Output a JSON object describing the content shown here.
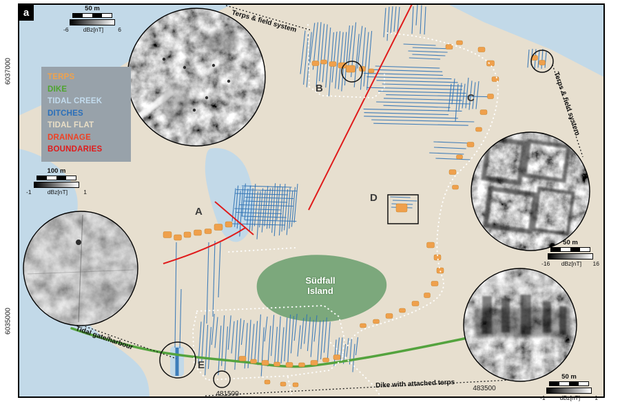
{
  "figure": {
    "panel_label": "a"
  },
  "legend": {
    "items": [
      {
        "label": "TERPS",
        "color": "#f0a24c"
      },
      {
        "label": "DIKE",
        "color": "#4ea52e"
      },
      {
        "label": "TIDAL CREEK",
        "color": "#c3dcee"
      },
      {
        "label": "DITCHES",
        "color": "#2a6fba"
      },
      {
        "label": "TIDAL FLAT",
        "color": "#ead5c6"
      },
      {
        "label": "DRAINAGE",
        "color": "#ef4123"
      },
      {
        "label": "BOUNDARIES",
        "color": "#e01b1b"
      }
    ]
  },
  "scalebars": [
    {
      "distance": "50 m",
      "min": "-6",
      "unit": "dBz[nT]",
      "max": "6"
    },
    {
      "distance": "100 m",
      "min": "-1",
      "unit": "dBz[nT]",
      "max": "1"
    },
    {
      "distance": "50 m",
      "min": "-16",
      "unit": "dBz[nT]",
      "max": "16"
    },
    {
      "distance": "50 m",
      "min": "-1",
      "unit": "dBz[nT]",
      "max": "1"
    }
  ],
  "axes": {
    "left_top": "6037000",
    "left_bottom": "6035000",
    "bottom_left": "481500",
    "bottom_right": "483500"
  },
  "map_labels": {
    "terps_field_top": "Terps & field system",
    "terps_field_right": "Terps & field system",
    "island": "Südfall\nIsland",
    "tidal_gate": "Tidal gate/harbour",
    "dike_terps": "Dike with attached terps"
  },
  "site_markers": [
    "A",
    "B",
    "C",
    "D",
    "E"
  ]
}
